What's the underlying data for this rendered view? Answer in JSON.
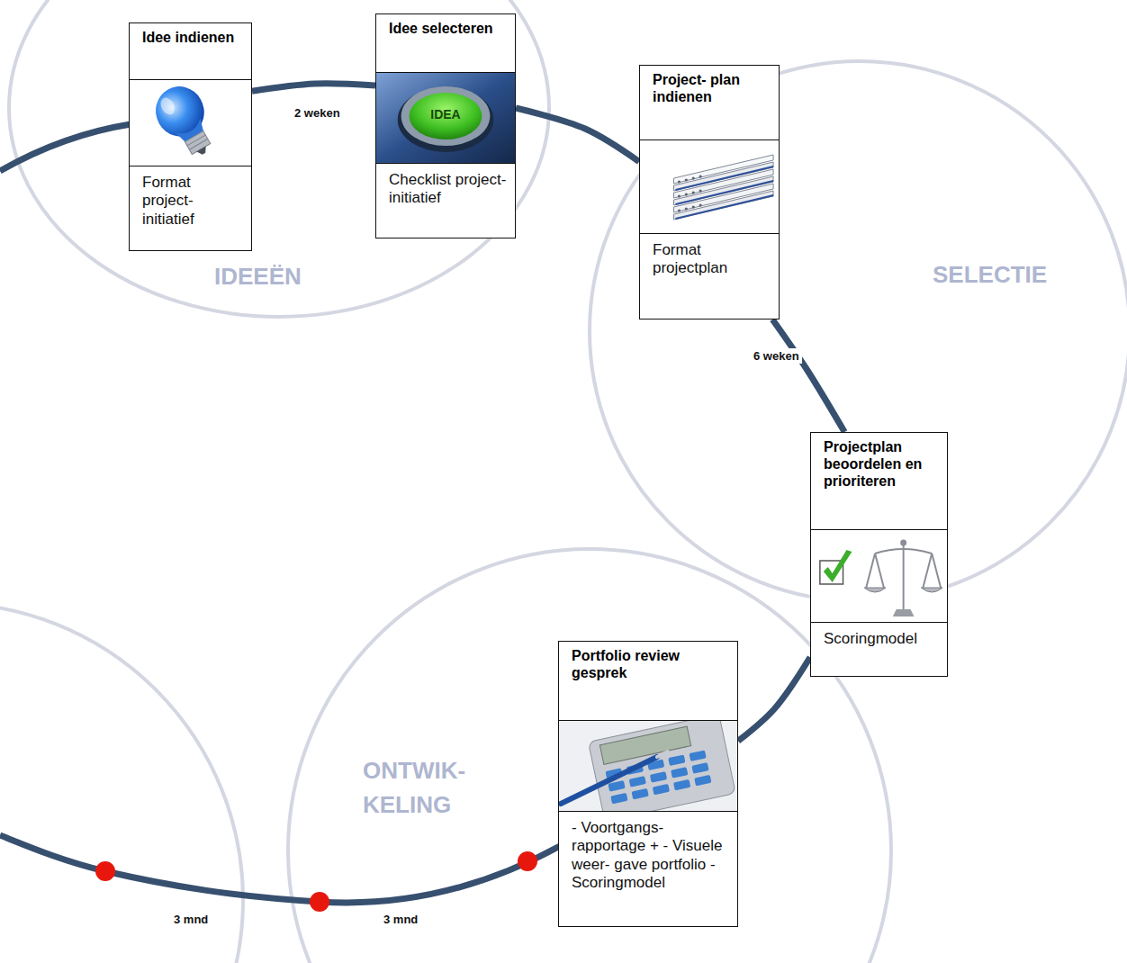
{
  "diagram": {
    "nodes": [
      {
        "text": [
          "Idee indienen",
          "Format project- initiatief"
        ]
      },
      {
        "text": [
          "Idee selecteren",
          "Checklist project- initiatief"
        ]
      },
      {
        "text": [
          "Project- plan indienen",
          "Format projectplan"
        ]
      },
      {
        "text": [
          "Projectplan beoordelen en prioriteren",
          "Scoringmodel"
        ]
      },
      {
        "text": [
          "Portfolio review gesprek",
          "- Voortgangs- rapportage + - Visuele weer- gave portfolio -Scoringmodel"
        ]
      }
    ],
    "edges": [
      {
        "from": 0,
        "to": 1,
        "arrow": "none",
        "label": "2 weken"
      },
      {
        "from": 1,
        "to": 2,
        "arrow": "none"
      },
      {
        "from": 2,
        "to": 3,
        "arrow": "none",
        "label": "6 weken"
      },
      {
        "from": 3,
        "to": 4,
        "arrow": "none"
      }
    ],
    "labels": [
      "IDEEËN",
      "SELECTIE",
      "ONTWIK- KELING",
      "IDEA",
      "3 mnd",
      "3 mnd"
    ]
  }
}
